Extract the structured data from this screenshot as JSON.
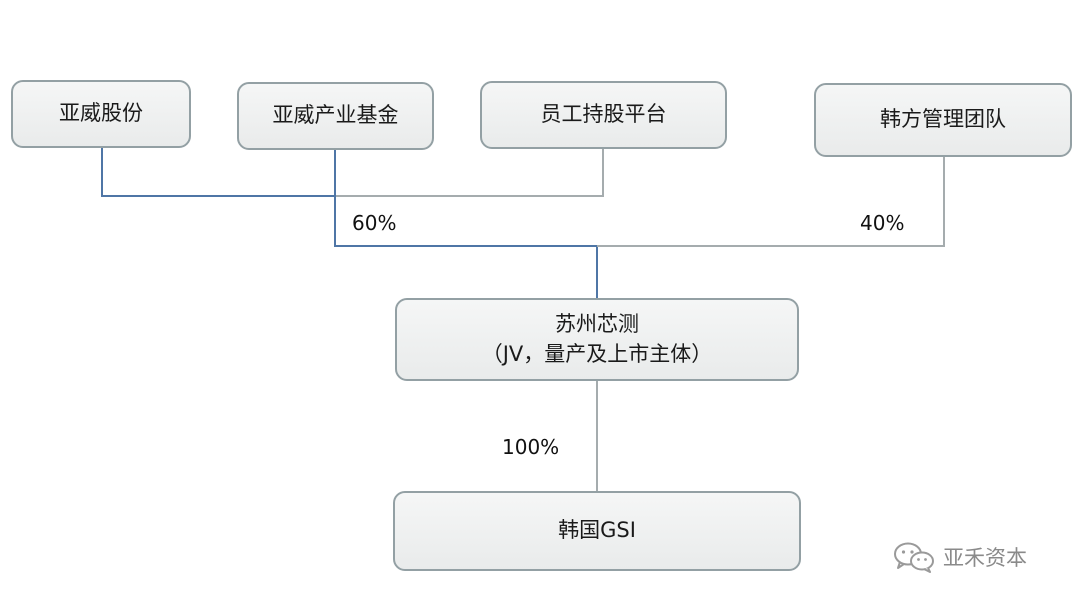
{
  "nodes": {
    "yawei_shares": "亚威股份",
    "yawei_fund": "亚威产业基金",
    "esop_platform": "员工持股平台",
    "korean_team": "韩方管理团队",
    "suzhou_xince_line1": "苏州芯测",
    "suzhou_xince_line2": "（JV，量产及上市主体）",
    "korea_gsi": "韩国GSI"
  },
  "stakes": {
    "chinese_side": "60%",
    "korean_side": "40%",
    "gsi": "100%"
  },
  "watermark": {
    "icon": "wechat-icon",
    "text": "亚禾资本"
  },
  "colors": {
    "blue_line": "#4f76a6",
    "gray_line": "#a5acae",
    "node_border": "#93a0a4",
    "node_fill": "#eceeee"
  }
}
